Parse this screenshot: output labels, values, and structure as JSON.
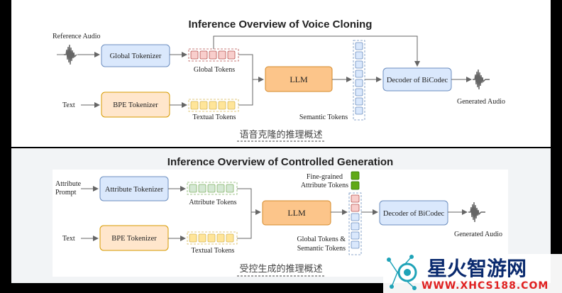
{
  "top": {
    "title": "Inference Overview of Voice Cloning",
    "reference_audio": "Reference Audio",
    "text": "Text",
    "global_tokenizer": "Global Tokenizer",
    "bpe_tokenizer": "BPE Tokenizer",
    "global_tokens": "Global Tokens",
    "textual_tokens": "Textual Tokens",
    "llm": "LLM",
    "semantic_tokens": "Semantic Tokens",
    "decoder": "Decoder of BiCodec",
    "generated_audio": "Generated Audio",
    "caption": "语音克隆的推理概述"
  },
  "bottom": {
    "title": "Inference Overview of Controlled Generation",
    "attribute_prompt_line1": "Attribute",
    "attribute_prompt_line2": "Prompt",
    "text": "Text",
    "attribute_tokenizer": "Attribute Tokenizer",
    "bpe_tokenizer": "BPE Tokenizer",
    "attribute_tokens": "Attribute Tokens",
    "textual_tokens": "Textual Tokens",
    "llm": "LLM",
    "fine_grained_line1": "Fine-grained",
    "fine_grained_line2": "Attribute Tokens",
    "global_semantic_line1": "Global Tokens &",
    "global_semantic_line2": "Semantic Tokens",
    "decoder": "Decoder of BiCodec",
    "generated_audio": "Generated Audio",
    "caption": "受控生成的推理概述"
  },
  "watermark": {
    "name": "星火智游网",
    "url": "WWW.XHCS188.COM"
  },
  "colors": {
    "blue_fill": "#dae8fc",
    "blue_stroke": "#6c8ebf",
    "orange_fill": "#ffe6cc",
    "orange_stroke": "#d79b00",
    "llm_fill": "#fcc58a",
    "llm_stroke": "#d48a2a",
    "pink_token": "#f8cecc",
    "pink_stroke": "#b85450",
    "green_token": "#d5e8d4",
    "green_stroke": "#82b366",
    "dark_green": "#60a917",
    "yellow_token": "#ffe599",
    "yellow_stroke": "#d6b656",
    "blue_token": "#dae8fc"
  }
}
